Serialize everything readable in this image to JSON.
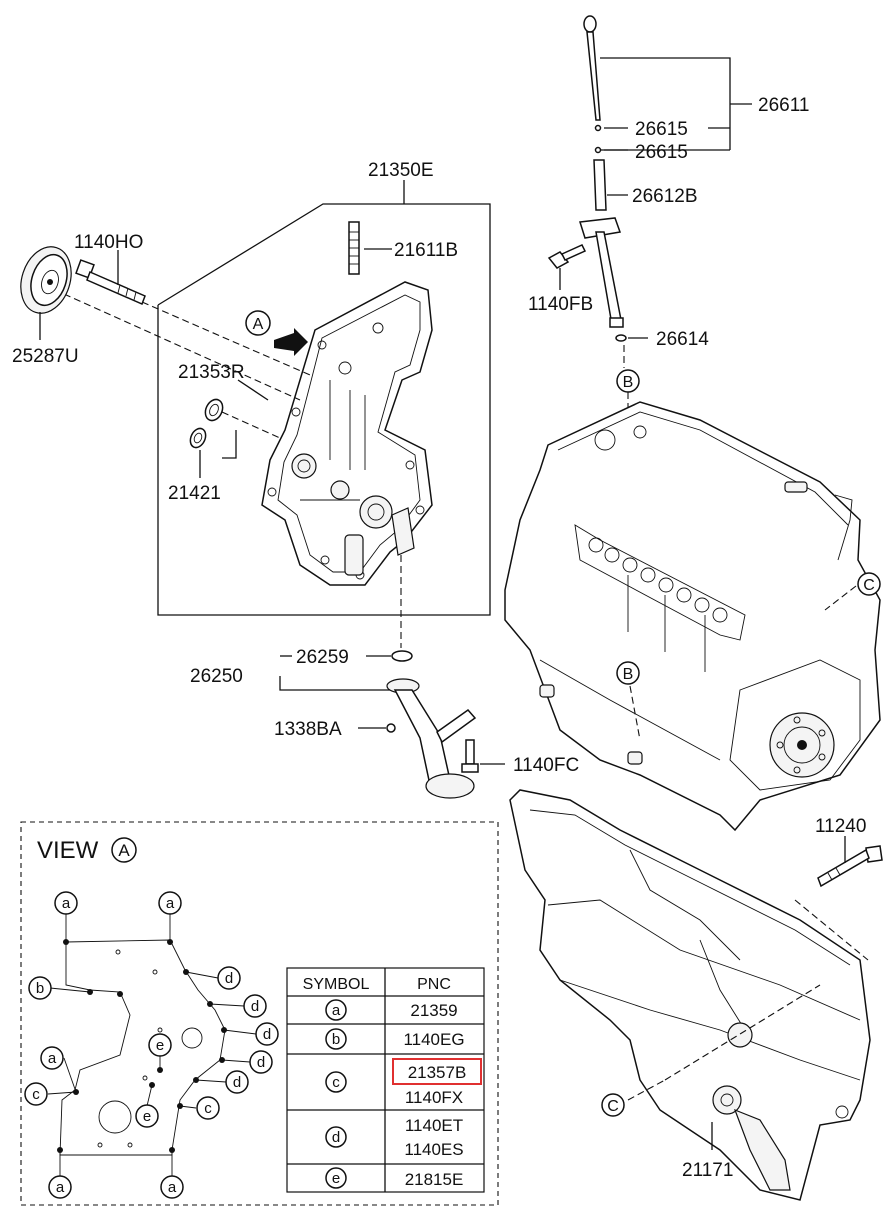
{
  "parts": {
    "p21350E": "21350E",
    "p21611B": "21611B",
    "p1140HO": "1140HO",
    "p25287U": "25287U",
    "p21353R": "21353R",
    "p21421": "21421",
    "p26611": "26611",
    "p26615a": "26615",
    "p26615b": "26615",
    "p26612B": "26612B",
    "p1140FB": "1140FB",
    "p26614": "26614",
    "p26259": "26259",
    "p26250": "26250",
    "p1338BA": "1338BA",
    "p1140FC": "1140FC",
    "p11240": "11240",
    "p21171": "21171"
  },
  "callouts": {
    "A": "A",
    "B": "B",
    "C": "C",
    "B2": "B",
    "C2": "C"
  },
  "view": {
    "title": "VIEW",
    "marker": "A",
    "labels": {
      "a1": "a",
      "a2": "a",
      "a3": "a",
      "a4": "a",
      "a5": "a",
      "b1": "b",
      "c1": "c",
      "c2": "c",
      "d1": "d",
      "d2": "d",
      "d3": "d",
      "d4": "d",
      "d5": "d",
      "e1": "e",
      "e2": "e"
    }
  },
  "table": {
    "headers": {
      "symbol": "SYMBOL",
      "pnc": "PNC"
    },
    "rows": [
      {
        "symbol": "a",
        "pnc": [
          "21359"
        ]
      },
      {
        "symbol": "b",
        "pnc": [
          "1140EG"
        ]
      },
      {
        "symbol": "c",
        "pnc": [
          "21357B",
          "1140FX"
        ],
        "highlight": "21357B"
      },
      {
        "symbol": "d",
        "pnc": [
          "1140ET",
          "1140ES"
        ]
      },
      {
        "symbol": "e",
        "pnc": [
          "21815E"
        ]
      }
    ]
  },
  "colors": {
    "highlight": "#e03030",
    "line": "#111111"
  }
}
